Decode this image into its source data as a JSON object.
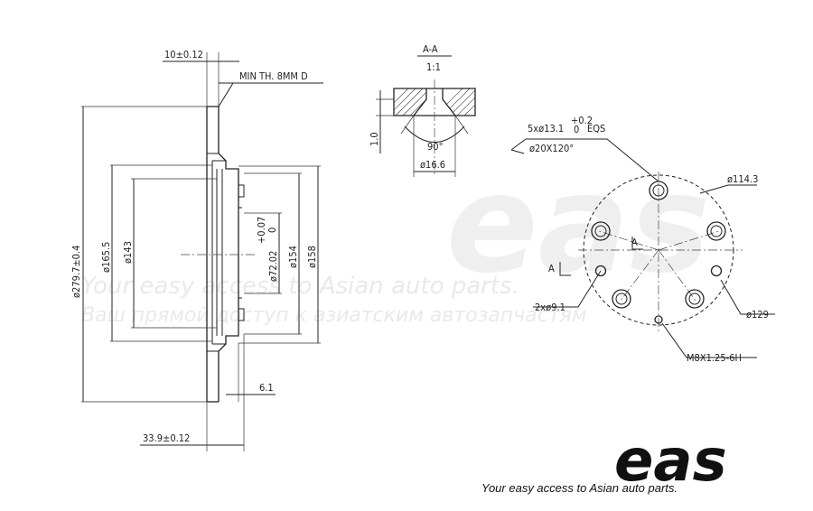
{
  "side_view": {
    "thickness_top": "10±0.12",
    "min_thickness": "MIN TH. 8MM D",
    "dia_overall": "ø279.7±0.4",
    "dia_165": "ø165.5",
    "dia_143": "ø143",
    "dia_72_base": "ø72.02",
    "dia_72_tol_upper": "+0.07",
    "dia_72_tol_lower": "0",
    "dia_154": "ø154",
    "dia_158": "ø158",
    "offset_61": "6.1",
    "total_height": "33.9±0.12"
  },
  "section_aa": {
    "title": "A-A",
    "scale": "1:1",
    "depth": "1.0",
    "angle": "90°",
    "dia": "ø16.6"
  },
  "front_view": {
    "holes_base": "5xø13.1",
    "holes_tol_upper": "+0.2",
    "holes_tol_lower": "0",
    "holes_eqs": "EQS",
    "countersink": "ø20X120°",
    "pcd": "ø114.3",
    "pcd_outer": "ø129",
    "small_holes": "2xø9.1",
    "thread": "M8X1.25-6H",
    "section_mark_a1": "A",
    "section_mark_a2": "A"
  },
  "watermark": {
    "logo": "eas",
    "line1": "Your easy access to Asian auto parts.",
    "line2": "Ваш прямой доступ к азиатским автозапчастям"
  },
  "brand": {
    "logo": "eas",
    "tagline": "Your easy access to Asian auto parts."
  }
}
